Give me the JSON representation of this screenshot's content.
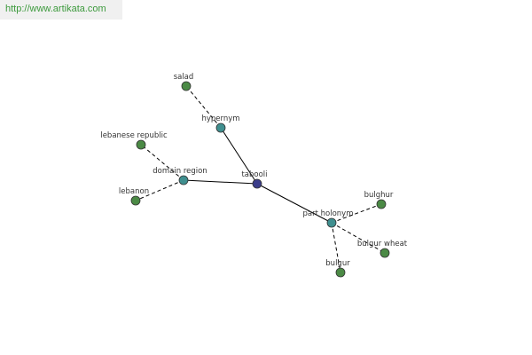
{
  "watermark": {
    "text": "http://www.artikata.com"
  },
  "graph": {
    "colors": {
      "center": "#3b3d8a",
      "relation": "#3f8f8f",
      "term": "#4b8a45",
      "node_stroke": "#333333",
      "edge": "#000000"
    },
    "nodes": [
      {
        "id": "tabooli",
        "label": "tabooli",
        "kind": "center"
      },
      {
        "id": "hypernym",
        "label": "hypernym",
        "kind": "relation"
      },
      {
        "id": "domain_region",
        "label": "domain region",
        "kind": "relation"
      },
      {
        "id": "part_holonym",
        "label": "part holonym",
        "kind": "relation"
      },
      {
        "id": "salad",
        "label": "salad",
        "kind": "term"
      },
      {
        "id": "lebanese_republic",
        "label": "lebanese republic",
        "kind": "term"
      },
      {
        "id": "lebanon",
        "label": "lebanon",
        "kind": "term"
      },
      {
        "id": "bulghur",
        "label": "bulghur",
        "kind": "term"
      },
      {
        "id": "bulgur_wheat",
        "label": "bulgur wheat",
        "kind": "term"
      },
      {
        "id": "bulgur",
        "label": "bulgur",
        "kind": "term"
      }
    ],
    "edges": [
      {
        "from": "tabooli",
        "to": "hypernym",
        "style": "solid"
      },
      {
        "from": "tabooli",
        "to": "domain_region",
        "style": "solid"
      },
      {
        "from": "tabooli",
        "to": "part_holonym",
        "style": "solid"
      },
      {
        "from": "hypernym",
        "to": "salad",
        "style": "dashed"
      },
      {
        "from": "domain_region",
        "to": "lebanese_republic",
        "style": "dashed"
      },
      {
        "from": "domain_region",
        "to": "lebanon",
        "style": "dashed"
      },
      {
        "from": "part_holonym",
        "to": "bulghur",
        "style": "dashed"
      },
      {
        "from": "part_holonym",
        "to": "bulgur_wheat",
        "style": "dashed"
      },
      {
        "from": "part_holonym",
        "to": "bulgur",
        "style": "dashed"
      }
    ]
  }
}
